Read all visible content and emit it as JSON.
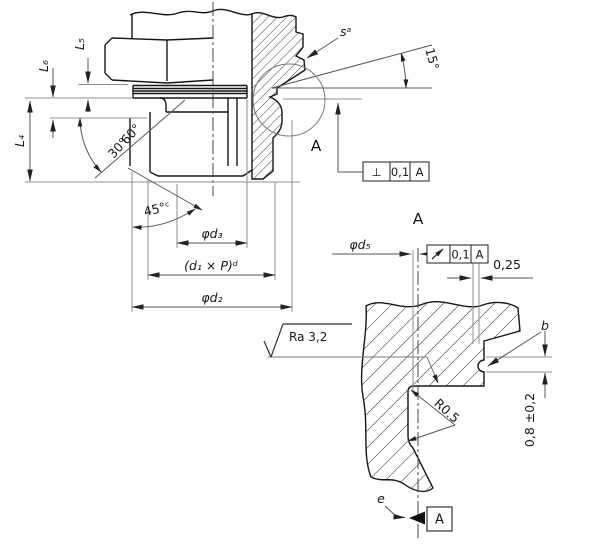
{
  "drawing": {
    "main": {
      "l4": "L₄",
      "l5": "L₅",
      "l6": "L₆",
      "angle60": "60°",
      "angle30": "30°",
      "angle45": "45°ᶜ",
      "angle15": "15°",
      "s": "sᵃ",
      "d3": "φd₃",
      "d1p": "(d₁ × P)ᵈ",
      "d2": "φd₂",
      "detail_marker": "A",
      "fcf_perp": {
        "symbol": "⊥",
        "tolerance": "0,1",
        "datum": "A"
      }
    },
    "detail": {
      "title": "A",
      "d5": "φd₅",
      "gap": "0,25",
      "radius": "R0.5",
      "land_height": "0,8 ±0,2",
      "b": "b",
      "e": "e",
      "roughness": "Ra 3,2",
      "fcf_runout": {
        "tolerance": "0,1",
        "datum": "A"
      },
      "datum": "A"
    },
    "colors": {
      "line": "#161616",
      "dim": "#555555",
      "extension": "#8f8f8f",
      "background": "#ffffff"
    }
  }
}
